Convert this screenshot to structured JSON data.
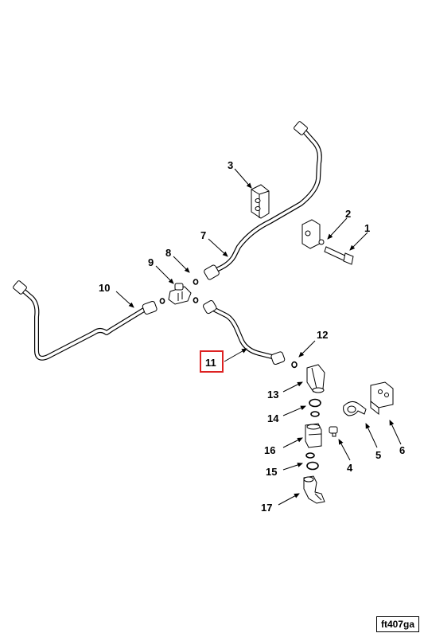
{
  "figure_id": "ft407ga",
  "highlight_color": "#dd2222",
  "highlighted_callout": "11",
  "callouts": {
    "c1": "1",
    "c2": "2",
    "c3": "3",
    "c4": "4",
    "c5": "5",
    "c6": "6",
    "c7": "7",
    "c8": "8",
    "c9": "9",
    "c10": "10",
    "c11": "11",
    "c12": "12",
    "c13": "13",
    "c14": "14",
    "c15": "15",
    "c16": "16",
    "c17": "17"
  }
}
